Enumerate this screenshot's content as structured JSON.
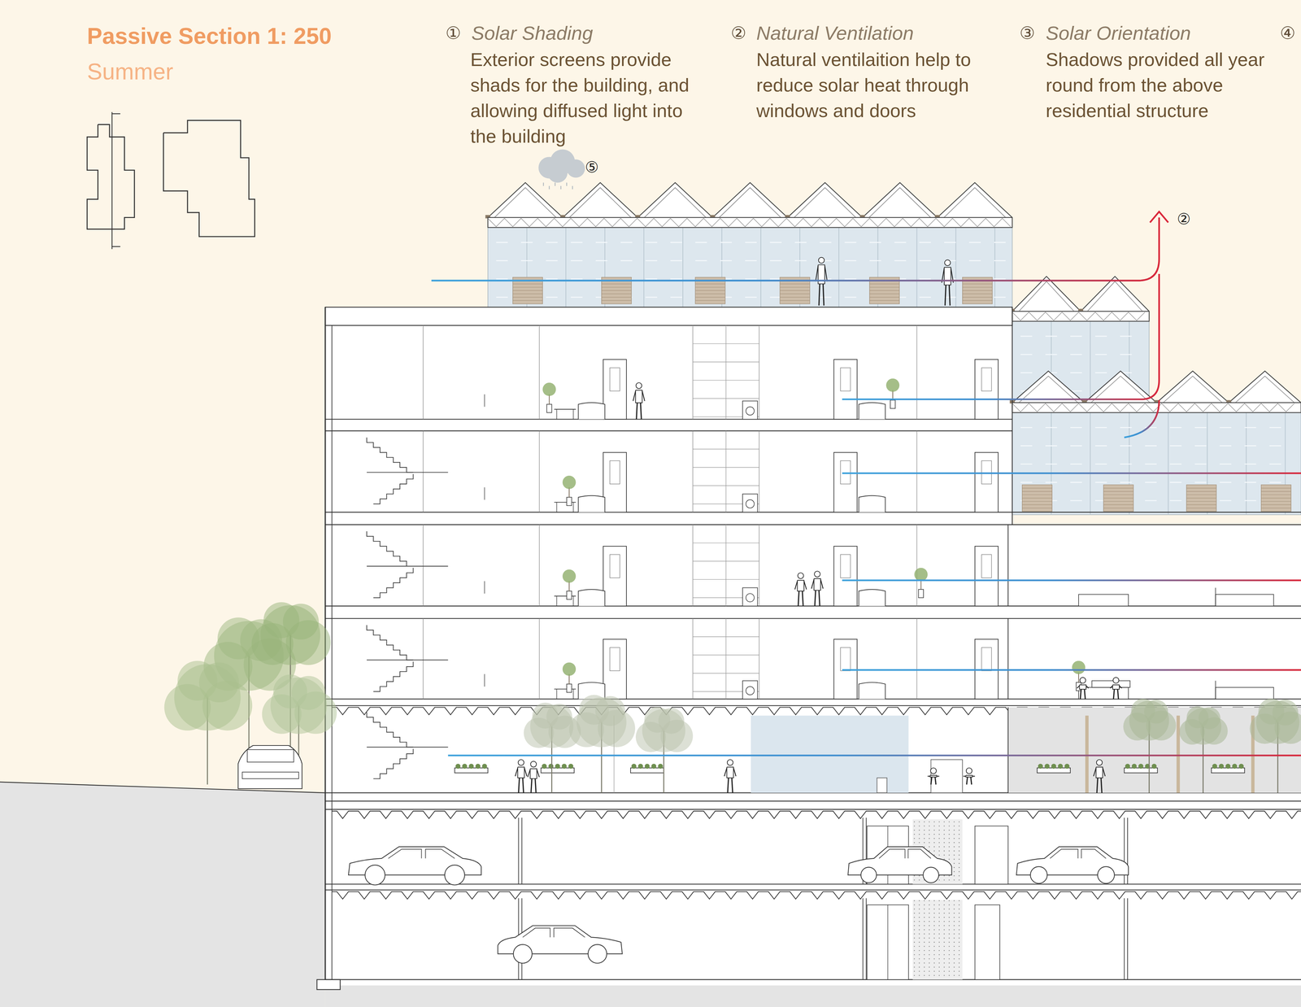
{
  "diagram": {
    "title": "Passive Section 1: 250",
    "labels": [
      "Summer",
      "①",
      "Solar Shading",
      "Exterior screens provide shads for the building, and allowing diffused light into the building",
      "②",
      "Natural Ventilation",
      "Natural ventilaition help to reduce solar heat through windows and doors",
      "③",
      "Solar Orientation",
      "Shadows provided all year round from the above residential structure",
      "④",
      "⑤",
      "②"
    ]
  }
}
